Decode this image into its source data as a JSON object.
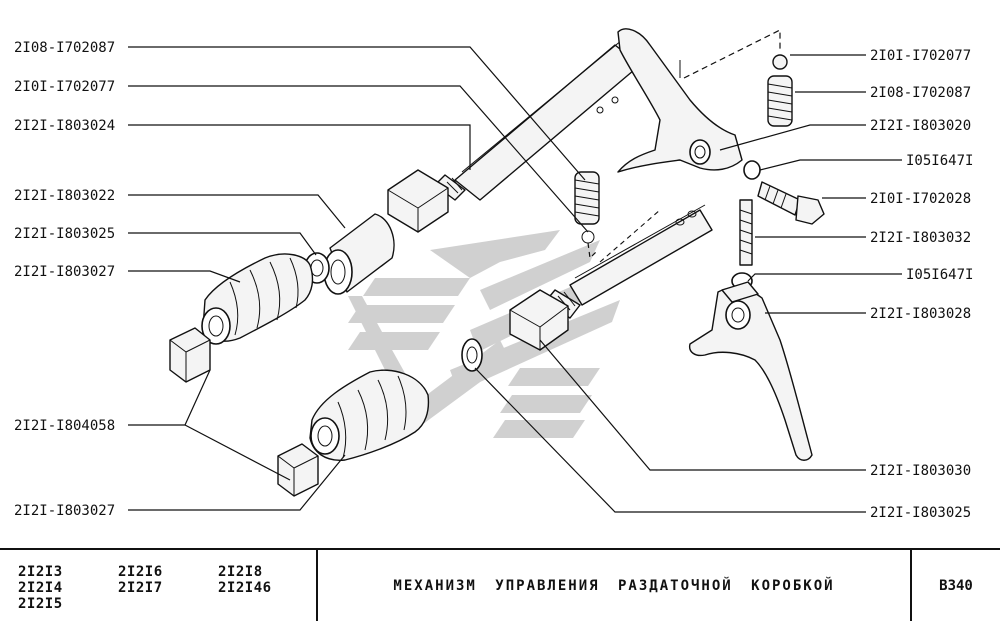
{
  "parts_left": [
    {
      "id": "2108-1702087-left",
      "label": "2I08-I702087"
    },
    {
      "id": "2101-1702077-left",
      "label": "2I0I-I702077"
    },
    {
      "id": "2121-1803024",
      "label": "2I2I-I803024"
    },
    {
      "id": "2121-1803022",
      "label": "2I2I-I803022"
    },
    {
      "id": "2121-1803025-left",
      "label": "2I2I-I803025"
    },
    {
      "id": "2121-1803027-upper",
      "label": "2I2I-I803027"
    },
    {
      "id": "2121-1804058",
      "label": "2I2I-I804058"
    },
    {
      "id": "2121-1803027-lower",
      "label": "2I2I-I803027"
    }
  ],
  "parts_right": [
    {
      "id": "2101-1702077-right",
      "label": "2I0I-I702077"
    },
    {
      "id": "2108-1702087-right",
      "label": "2I08-I702087"
    },
    {
      "id": "2121-1803020",
      "label": "2I2I-I803020"
    },
    {
      "id": "1051647-upper",
      "label": "I05I647I"
    },
    {
      "id": "2101-1702028",
      "label": "2I0I-I702028"
    },
    {
      "id": "2121-1803032",
      "label": "2I2I-I803032"
    },
    {
      "id": "1051647-lower",
      "label": "I05I647I"
    },
    {
      "id": "2121-1803028",
      "label": "2I2I-I803028"
    },
    {
      "id": "2121-1803030",
      "label": "2I2I-I803030"
    },
    {
      "id": "2121-1803025-right",
      "label": "2I2I-I803025"
    }
  ],
  "title_block": {
    "models": [
      "2I2I3",
      "2I2I4",
      "2I2I5",
      "2I2I6",
      "2I2I7",
      "2I2I8",
      "2I2I46"
    ],
    "title": "МЕХАНИЗМ  УПРАВЛЕНИЯ  РАЗДАТОЧНОЙ  КОРОБКОЙ",
    "sheet": "B340"
  },
  "colors": {
    "ink": "#111111",
    "watermark": "#d0d0d0",
    "background": "#ffffff"
  }
}
